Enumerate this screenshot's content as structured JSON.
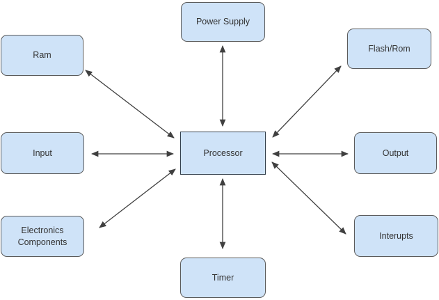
{
  "diagram": {
    "background_color": "#ffffff",
    "node_fill_color": "#cfe3f8",
    "node_border_color": "#5b5b5b",
    "processor_border_color": "#33404d",
    "text_color": "#333333",
    "connector_color": "#404040",
    "nodes": {
      "ram": {
        "label": "Ram"
      },
      "power_supply": {
        "label": "Power Supply"
      },
      "flash_rom": {
        "label": "Flash/Rom"
      },
      "input": {
        "label": "Input"
      },
      "processor": {
        "label": "Processor"
      },
      "output": {
        "label": "Output"
      },
      "electronics_components": {
        "label": "Electronics Components"
      },
      "timer": {
        "label": "Timer"
      },
      "interupts": {
        "label": "Interupts"
      }
    },
    "edges": [
      {
        "from": "Processor",
        "to": "Power Supply",
        "type": "bidirectional-arrow"
      },
      {
        "from": "Processor",
        "to": "Ram",
        "type": "bidirectional-arrow"
      },
      {
        "from": "Processor",
        "to": "Flash/Rom",
        "type": "bidirectional-arrow"
      },
      {
        "from": "Processor",
        "to": "Input",
        "type": "bidirectional-arrow"
      },
      {
        "from": "Processor",
        "to": "Output",
        "type": "bidirectional-arrow"
      },
      {
        "from": "Processor",
        "to": "Electronics Components",
        "type": "bidirectional-arrow"
      },
      {
        "from": "Processor",
        "to": "Timer",
        "type": "bidirectional-arrow"
      },
      {
        "from": "Processor",
        "to": "Interupts",
        "type": "bidirectional-arrow"
      }
    ]
  }
}
